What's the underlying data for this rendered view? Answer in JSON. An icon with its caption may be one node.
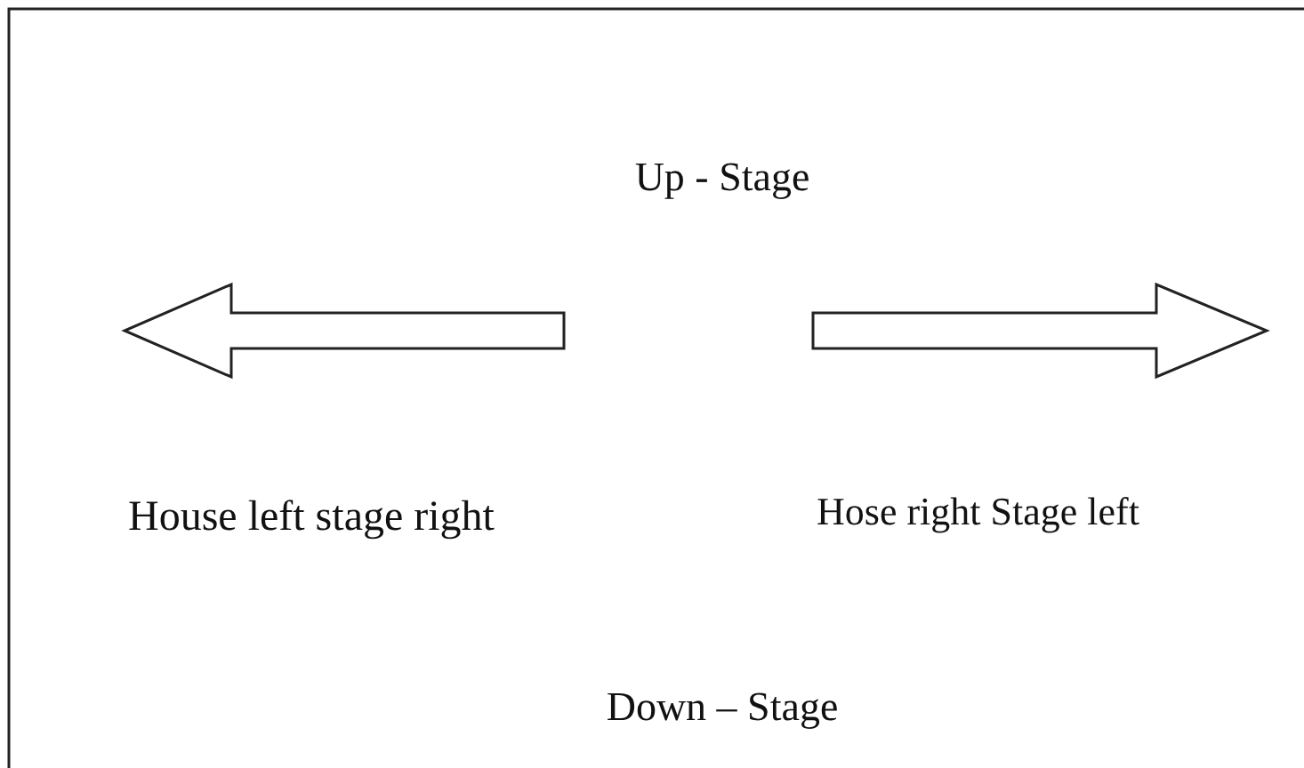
{
  "diagram": {
    "labels": [
      "Up - Stage",
      "House left stage right",
      "Hose right Stage left",
      "Down – Stage"
    ]
  }
}
